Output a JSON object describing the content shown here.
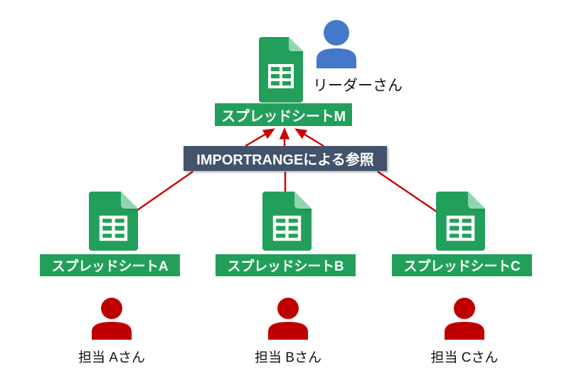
{
  "diagram": {
    "title_text": "IMPORTRANGEによる参照",
    "colors": {
      "sheet_green": "#22a05b",
      "sheet_green_dark": "#188c4c",
      "sheet_fold": "#8fd6ae",
      "banner_slate": "#42536b",
      "arrow_red": "#cc0000",
      "person_red": "#c00000",
      "person_blue": "#4478c8",
      "background": "#ffffff",
      "text_dark": "#121212",
      "text_light": "#ffffff"
    }
  },
  "master": {
    "sheet_icon_name": "google-sheets-icon",
    "chip_label": "スプレッドシートM",
    "person_icon_name": "person-icon-blue",
    "person_caption": "リーダーさん"
  },
  "relation": {
    "banner_label": "IMPORTRANGEによる参照",
    "arrow_count": 3,
    "arrow_direction": "up-to-master",
    "line_count": 3,
    "line_direction": "down-to-sources"
  },
  "sources": [
    {
      "id": "a",
      "sheet_icon_name": "google-sheets-icon",
      "chip_label": "スプレッドシートA",
      "person_icon_name": "person-icon-red",
      "person_caption": "担当 Aさん"
    },
    {
      "id": "b",
      "sheet_icon_name": "google-sheets-icon",
      "chip_label": "スプレッドシートB",
      "person_icon_name": "person-icon-red",
      "person_caption": "担当 Bさん"
    },
    {
      "id": "c",
      "sheet_icon_name": "google-sheets-icon",
      "chip_label": "スプレッドシートC",
      "person_icon_name": "person-icon-red",
      "person_caption": "担当 Cさん"
    }
  ]
}
